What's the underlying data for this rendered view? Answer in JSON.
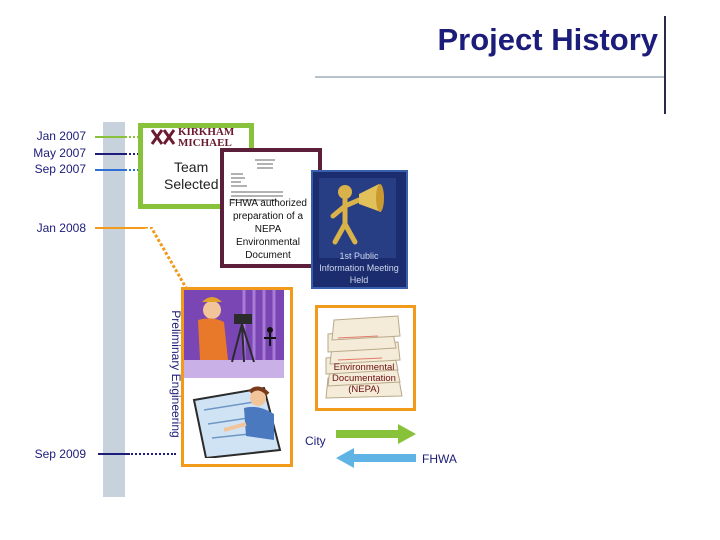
{
  "header": {
    "title": "Project History"
  },
  "timeline": {
    "dates": [
      "Jan 2007",
      "May 2007",
      "Sep 2007",
      "Jan 2008",
      "Sep 2009"
    ]
  },
  "cards": {
    "team": {
      "logo": "KIRKHAM MICHAEL",
      "text_line1": "Team",
      "text_line2": "Selected"
    },
    "fhwa": {
      "text": "FHWA authorized preparation of a NEPA Environmental Document"
    },
    "public": {
      "text": "1st Public Information Meeting Held"
    },
    "preliminary": {
      "label": "Preliminary Engineering"
    },
    "environmental": {
      "text": "Environmental Documentation (NEPA)"
    }
  },
  "legend": {
    "city": "City",
    "fhwa": "FHWA"
  },
  "colors": {
    "title": "#1c1c7a",
    "green": "#88c13a",
    "orange": "#f29a1a",
    "maroon": "#5c1f3a",
    "blue": "#5fb4e5",
    "navy": "#1c1c7a"
  }
}
